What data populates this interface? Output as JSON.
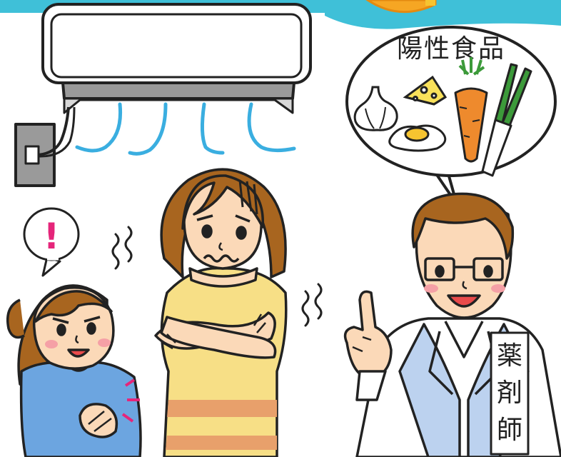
{
  "bubble": {
    "title": "陽性食品",
    "foods": [
      "garlic-icon",
      "cheese-icon",
      "fried-egg-icon",
      "carrot-icon",
      "leek-icon"
    ]
  },
  "badge": {
    "chars": [
      "薬",
      "剤",
      "師"
    ]
  },
  "exclamation": "!",
  "colors": {
    "top_banner": "#3fc0d8",
    "air_flow": "#3aaee0",
    "skin": "#fbd9b8",
    "hair": "#a8651f",
    "woman_top": "#f7df86",
    "woman_stripe": "#e8a06b",
    "girl_shirt": "#6ca5e0",
    "coat": "#ffffff",
    "shirt": "#bcd2ef",
    "cheek": "#f5a0a6",
    "exclaim": "#e5257a",
    "carrot": "#ee8a2d",
    "cheese": "#f9e15a",
    "leek_green": "#3c9a3a"
  }
}
